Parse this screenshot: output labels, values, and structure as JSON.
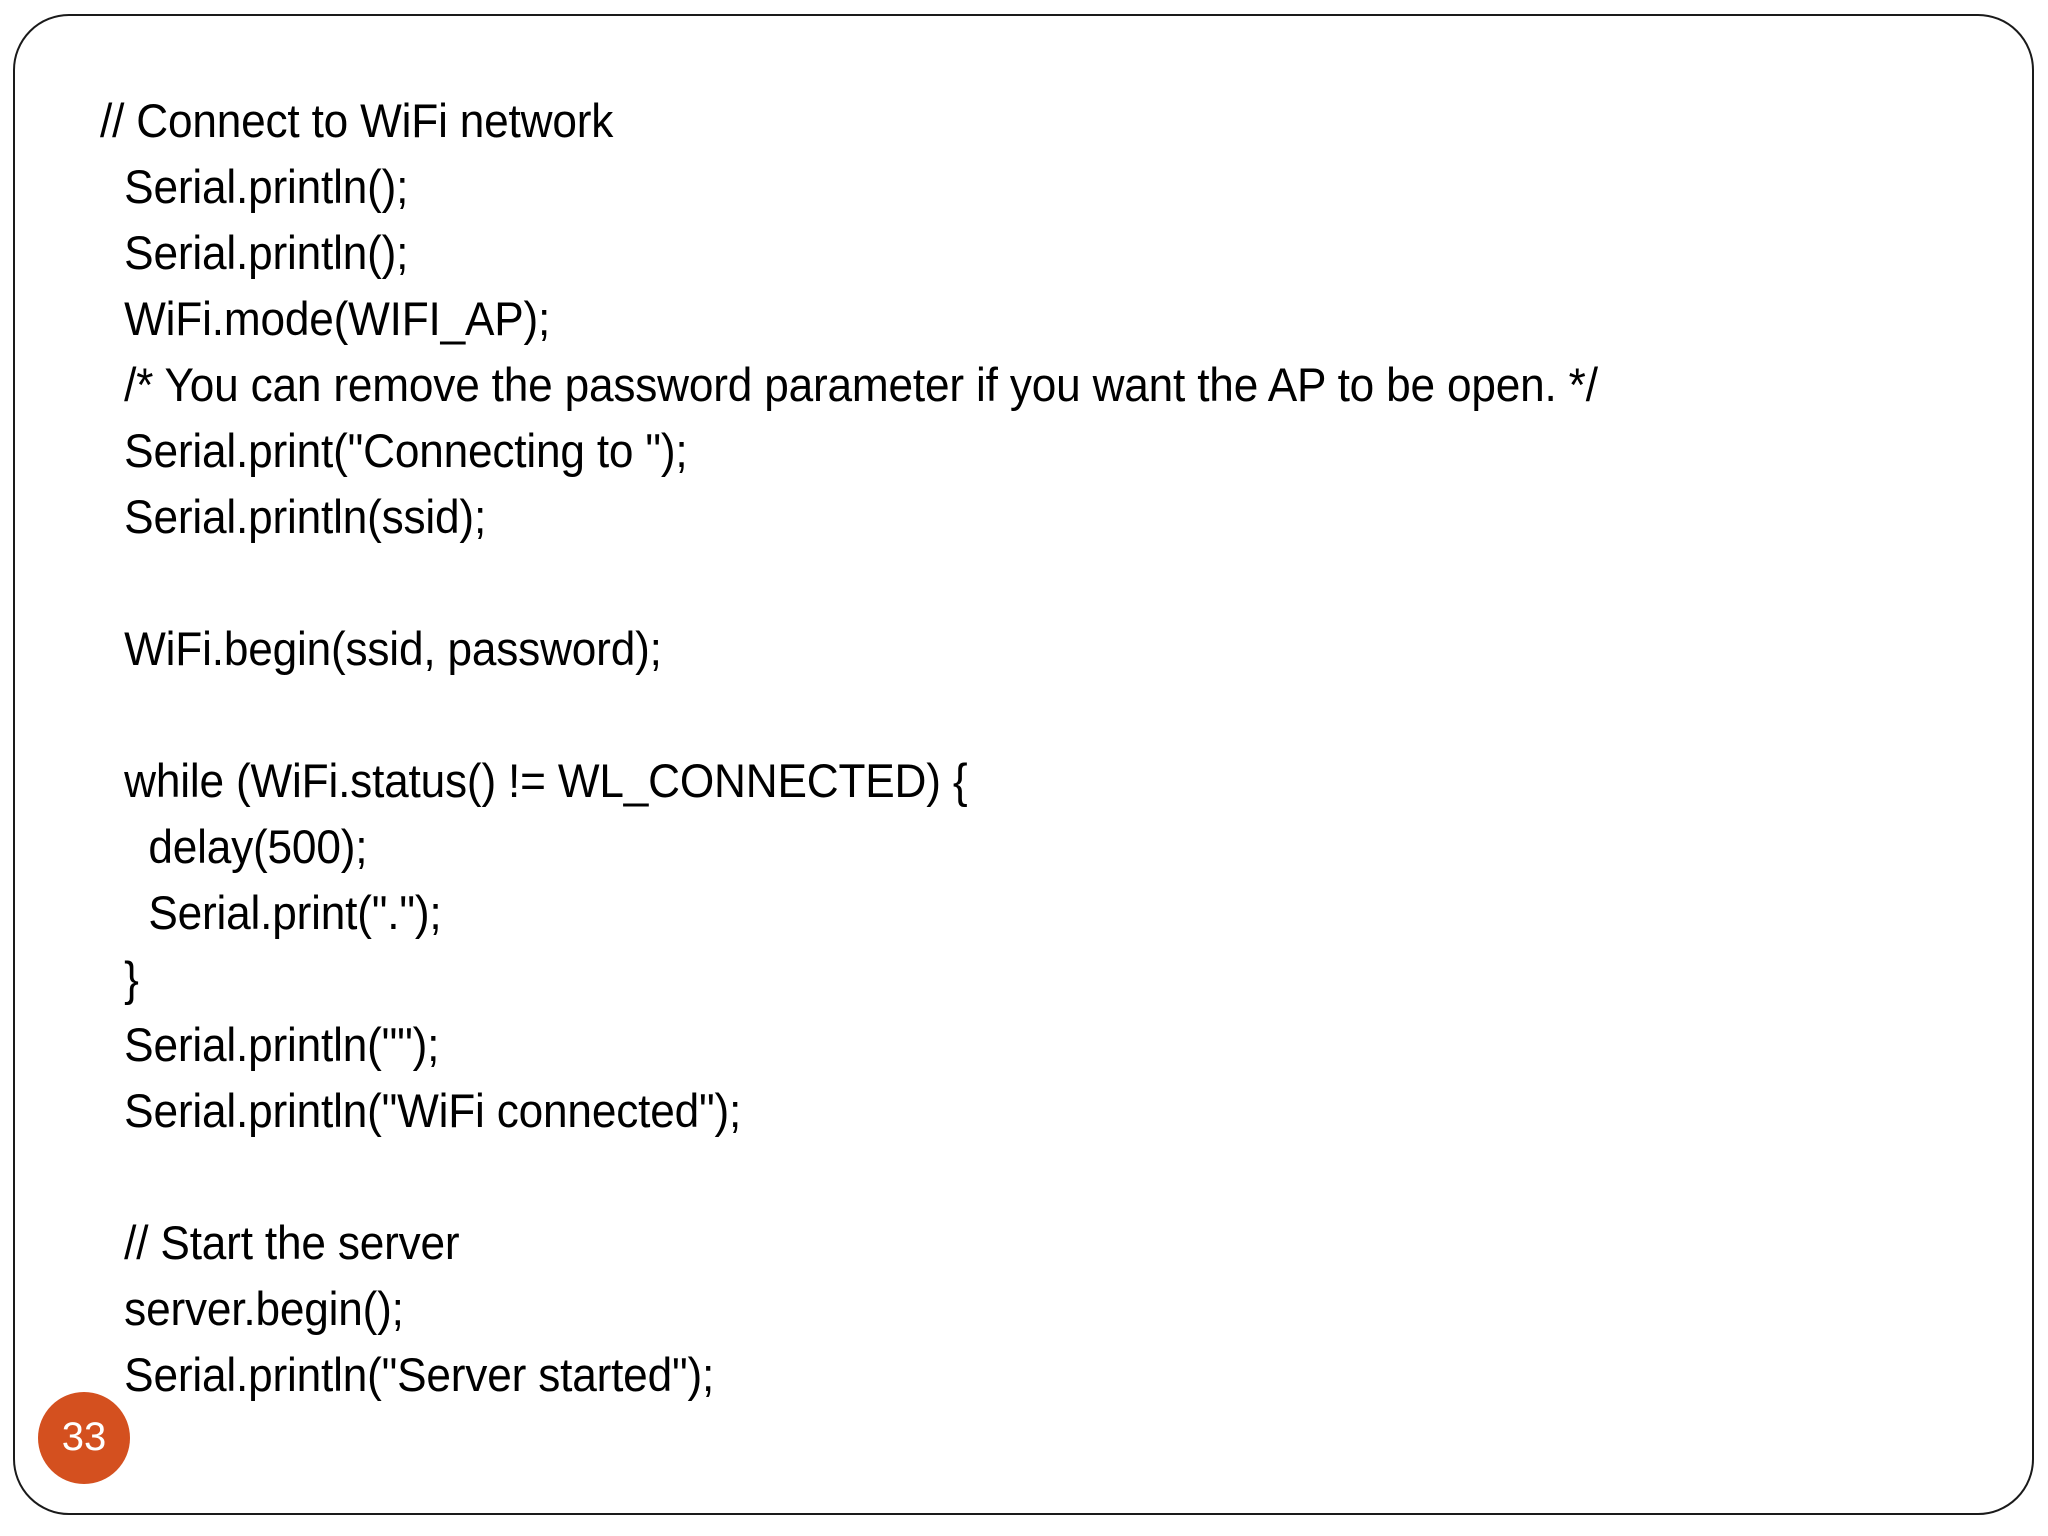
{
  "slide": {
    "page_number": "33",
    "accent_color": "#d4501f",
    "page_number_color": "#ffffff",
    "background_color": "#ffffff",
    "border_color": "#1a1a1a",
    "text_color": "#000000"
  },
  "code": {
    "language": "arduino-c",
    "lines": [
      "// Connect to WiFi network",
      "  Serial.println();",
      "  Serial.println();",
      "  WiFi.mode(WIFI_AP);",
      "  /* You can remove the password parameter if you want the AP to be open. */",
      "  Serial.print(\"Connecting to \");",
      "  Serial.println(ssid);",
      "",
      "  WiFi.begin(ssid, password);",
      "",
      "  while (WiFi.status() != WL_CONNECTED) {",
      "    delay(500);",
      "    Serial.print(\".\");",
      "  }",
      "  Serial.println(\"\");",
      "  Serial.println(\"WiFi connected\");",
      "",
      "  // Start the server",
      "  server.begin();",
      "  Serial.println(\"Server started\");"
    ]
  }
}
